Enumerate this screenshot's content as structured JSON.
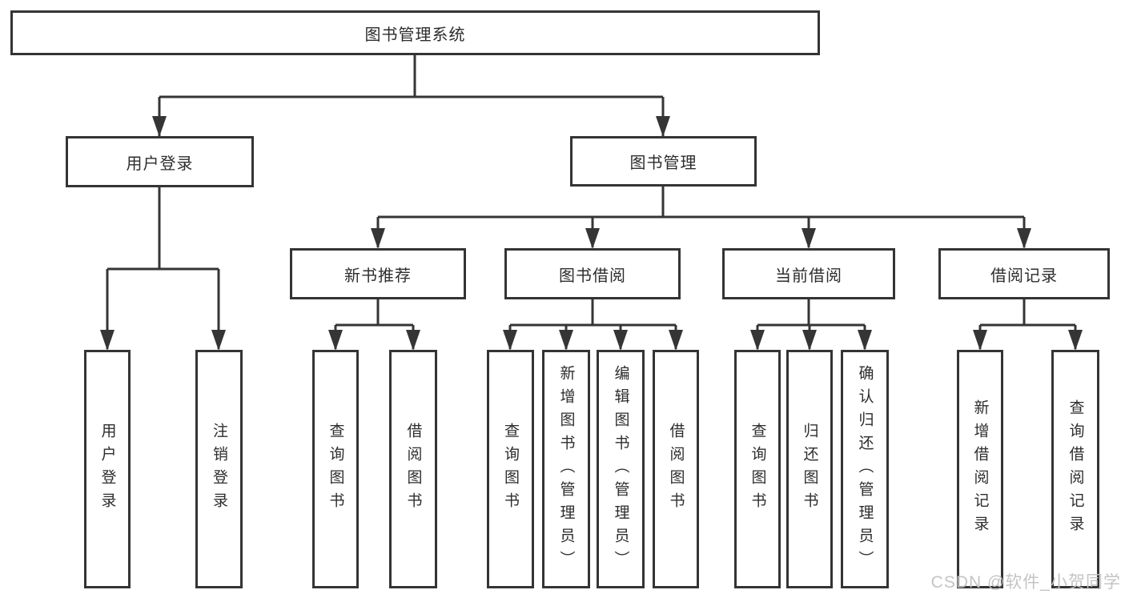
{
  "diagram": {
    "title": "图书管理系统",
    "watermark": "CSDN @软件_小贺同学",
    "line_color": "#353535",
    "box_border_color": "#343434",
    "text_color": "#2d2d2d",
    "root": {
      "label": "图书管理系统",
      "children": [
        {
          "label": "用户登录",
          "children": [
            {
              "label": "用户登录"
            },
            {
              "label": "注销登录"
            }
          ]
        },
        {
          "label": "图书管理",
          "children": [
            {
              "label": "新书推荐",
              "children": [
                {
                  "label": "查询图书"
                },
                {
                  "label": "借阅图书"
                }
              ]
            },
            {
              "label": "图书借阅",
              "children": [
                {
                  "label": "查询图书"
                },
                {
                  "label": "新增图书（管理员）"
                },
                {
                  "label": "编辑图书（管理员）"
                },
                {
                  "label": "借阅图书"
                }
              ]
            },
            {
              "label": "当前借阅",
              "children": [
                {
                  "label": "查询图书"
                },
                {
                  "label": "归还图书"
                },
                {
                  "label": "确认归还（管理员）"
                }
              ]
            },
            {
              "label": "借阅记录",
              "children": [
                {
                  "label": "新增借阅记录"
                },
                {
                  "label": "查询借阅记录"
                }
              ]
            }
          ]
        }
      ]
    }
  }
}
